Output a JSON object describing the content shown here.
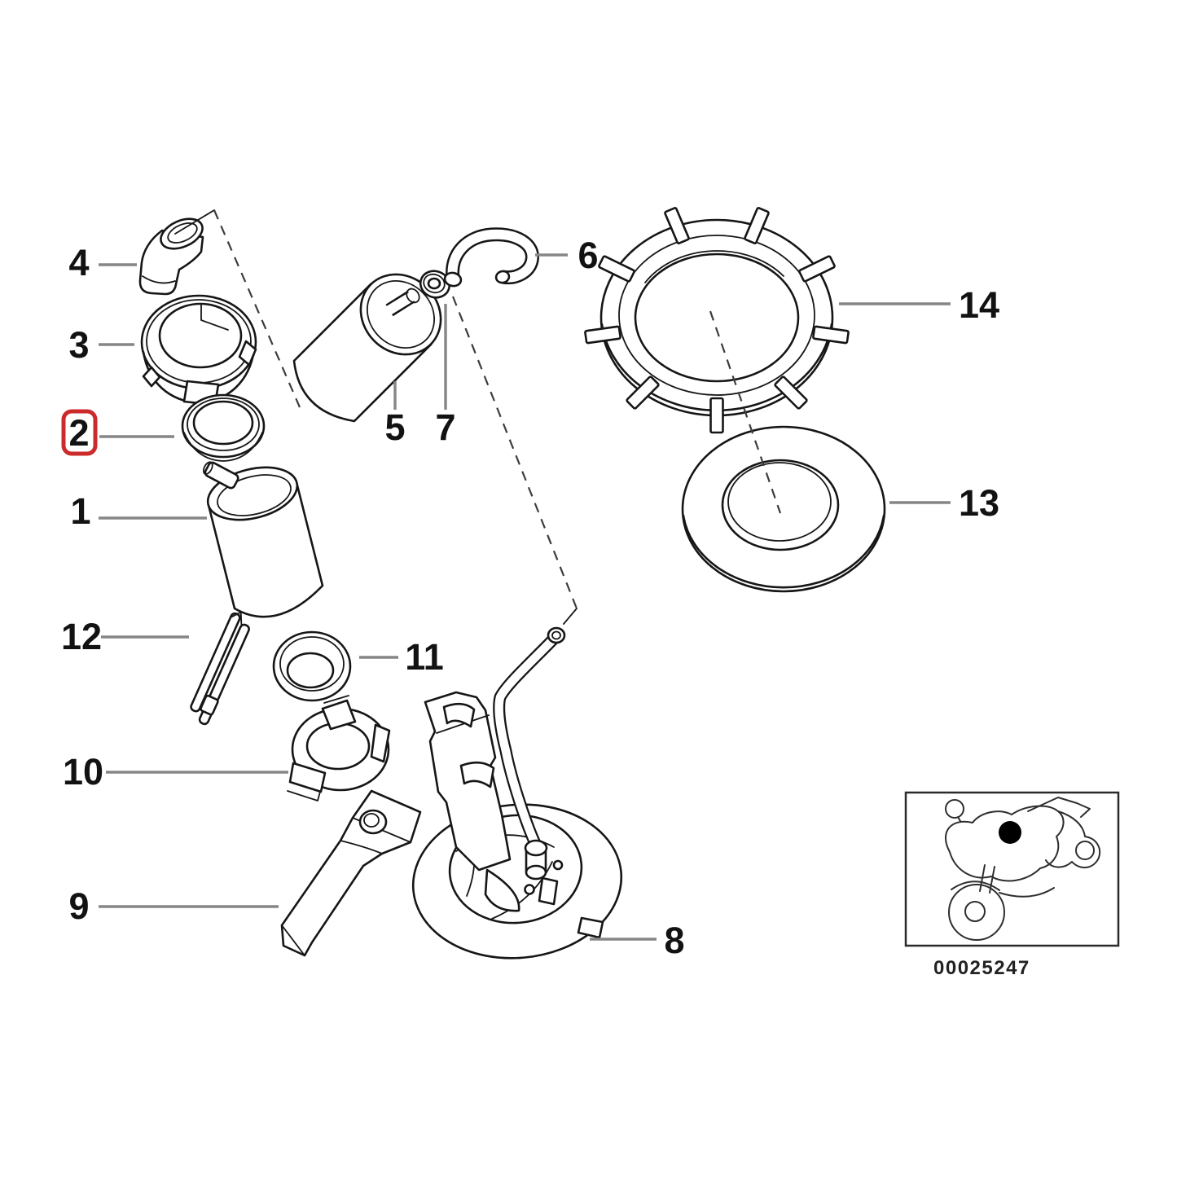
{
  "diagram": {
    "background": "#ffffff",
    "line_color": "#161616",
    "leader_color": "#868686",
    "dash_color": "#3c3c3c"
  },
  "highlight": {
    "part": "2",
    "color": "#cc2b2b"
  },
  "parts": [
    {
      "label": "1"
    },
    {
      "label": "2"
    },
    {
      "label": "3"
    },
    {
      "label": "4"
    },
    {
      "label": "5"
    },
    {
      "label": "6"
    },
    {
      "label": "7"
    },
    {
      "label": "8"
    },
    {
      "label": "9"
    },
    {
      "label": "10"
    },
    {
      "label": "11"
    },
    {
      "label": "12"
    },
    {
      "label": "13"
    },
    {
      "label": "14"
    }
  ],
  "thumbnail": {
    "code": "00025247"
  }
}
